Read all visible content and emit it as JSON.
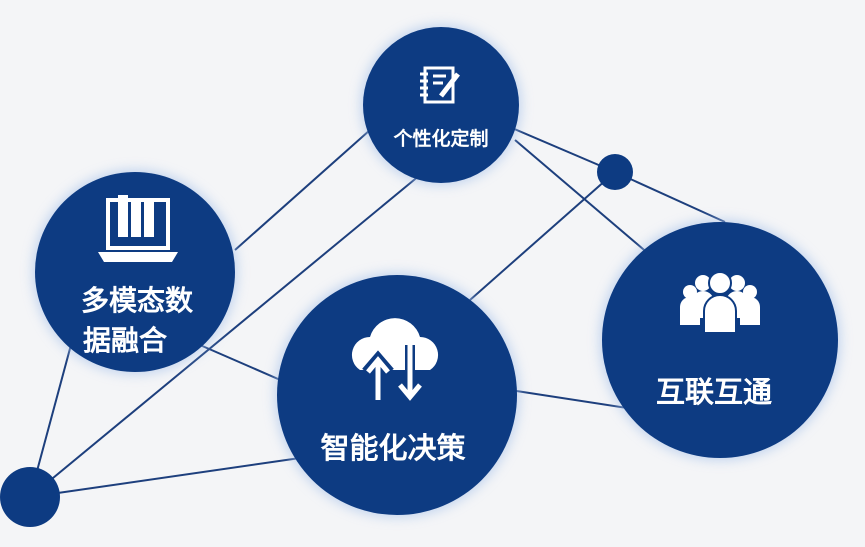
{
  "colors": {
    "node": "#0d3b82",
    "line": "#1d3f7d",
    "background": "#f4f5f7",
    "text": "#ffffff"
  },
  "nodes": [
    {
      "id": "custom",
      "label": "个性化定制",
      "icon": "notebook-pen-icon"
    },
    {
      "id": "multimodal",
      "label_line1": "多模态数",
      "label_line2": "据融合",
      "icon": "laptop-books-icon"
    },
    {
      "id": "decision",
      "label": "智能化决策",
      "icon": "cloud-sync-icon"
    },
    {
      "id": "connect",
      "label": "互联互通",
      "icon": "people-group-icon"
    }
  ]
}
